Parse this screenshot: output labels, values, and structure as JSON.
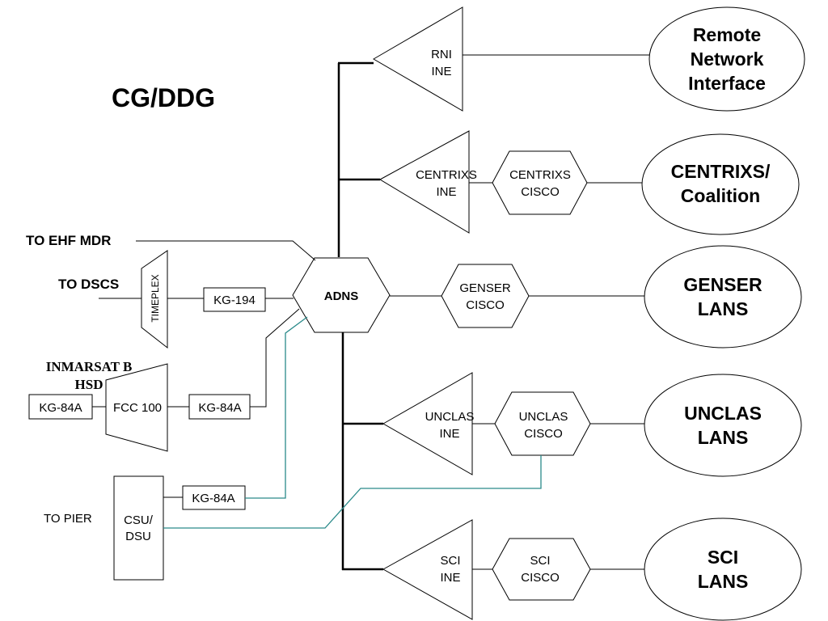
{
  "title": "CG/DDG",
  "hub": "ADNS",
  "inputs": {
    "ehf": "TO EHF MDR",
    "dscs": "TO DSCS",
    "timeplex": "TIMEPLEX",
    "kg194": "KG-194",
    "inmarsat_line1": "INMARSAT B",
    "inmarsat_line2": "HSD",
    "kg84a_left": "KG-84A",
    "fcc100": "FCC 100",
    "kg84a_right": "KG-84A",
    "kg84a_pier": "KG-84A",
    "to_pier": "TO PIER",
    "csu_line1": "CSU/",
    "csu_line2": "DSU"
  },
  "ine": {
    "rni": [
      "RNI",
      "INE"
    ],
    "centrixs": [
      "CENTRIXS",
      "INE"
    ],
    "unclas": [
      "UNCLAS",
      "INE"
    ],
    "sci": [
      "SCI",
      "INE"
    ]
  },
  "cisco": {
    "centrixs": [
      "CENTRIXS",
      "CISCO"
    ],
    "genser": [
      "GENSER",
      "CISCO"
    ],
    "unclas": [
      "UNCLAS",
      "CISCO"
    ],
    "sci": [
      "SCI",
      "CISCO"
    ]
  },
  "networks": {
    "remote": [
      "Remote",
      "Network",
      "Interface"
    ],
    "centrixs": [
      "CENTRIXS/",
      "Coalition"
    ],
    "genser": [
      "GENSER",
      "LANS"
    ],
    "unclas": [
      "UNCLAS",
      "LANS"
    ],
    "sci": [
      "SCI",
      "LANS"
    ]
  },
  "colors": {
    "line": "#000000",
    "serial_link": "#2a8a8a",
    "background": "#ffffff"
  }
}
